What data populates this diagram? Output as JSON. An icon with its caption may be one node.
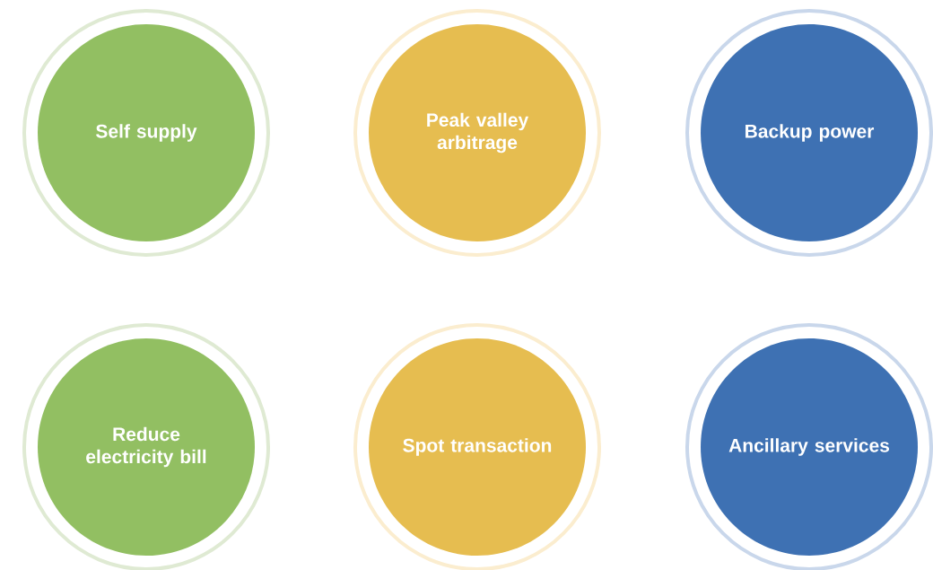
{
  "diagram": {
    "nodes": [
      {
        "text": [
          "Self supply"
        ]
      },
      {
        "text": [
          "Peak valley arbitrage"
        ]
      },
      {
        "text": [
          "Backup power"
        ]
      },
      {
        "text": [
          "Reduce electricity bill"
        ]
      },
      {
        "text": [
          "Spot transaction"
        ]
      },
      {
        "text": [
          "Ancillary services"
        ]
      }
    ]
  }
}
